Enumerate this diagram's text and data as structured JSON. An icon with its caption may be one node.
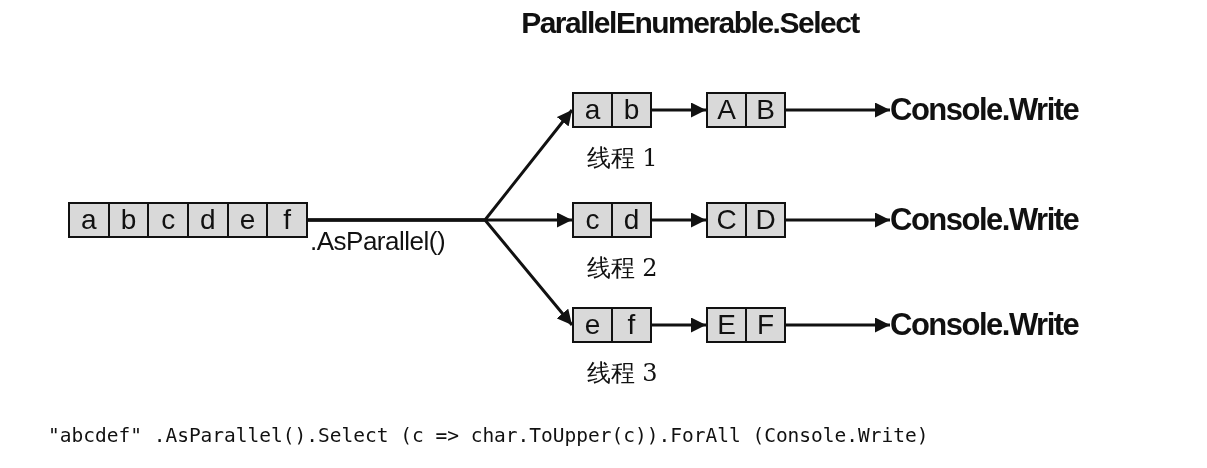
{
  "diagram": {
    "title": "ParallelEnumerable.Select",
    "caption": "\"abcdef\" .AsParallel().Select (c => char.ToUpper(c)).ForAll (Console.Write)",
    "nodes": [
      {
        "text": [
          "a",
          "b",
          "c",
          "d",
          "e",
          "f"
        ]
      },
      {
        "text": [
          "a",
          "b"
        ],
        "beside": [
          "线程 1"
        ]
      },
      {
        "text": [
          "A",
          "B"
        ]
      },
      {
        "text": [
          "Console.Write"
        ]
      },
      {
        "text": [
          "c",
          "d"
        ],
        "beside": [
          "线程 2"
        ]
      },
      {
        "text": [
          "C",
          "D"
        ]
      },
      {
        "text": [
          "Console.Write"
        ]
      },
      {
        "text": [
          "e",
          "f"
        ],
        "beside": [
          "线程 3"
        ]
      },
      {
        "text": [
          "E",
          "F"
        ]
      },
      {
        "text": [
          "Console.Write"
        ]
      }
    ],
    "edges": [
      {
        "from": 0,
        "to": 1,
        "arrow": "to",
        "label": ".AsParallel()"
      },
      {
        "from": 0,
        "to": 4,
        "arrow": "to"
      },
      {
        "from": 0,
        "to": 7,
        "arrow": "to"
      },
      {
        "from": 1,
        "to": 2,
        "arrow": "to"
      },
      {
        "from": 2,
        "to": 3,
        "arrow": "to"
      },
      {
        "from": 4,
        "to": 5,
        "arrow": "to"
      },
      {
        "from": 5,
        "to": 6,
        "arrow": "to"
      },
      {
        "from": 7,
        "to": 8,
        "arrow": "to"
      },
      {
        "from": 8,
        "to": 9,
        "arrow": "to"
      }
    ]
  }
}
